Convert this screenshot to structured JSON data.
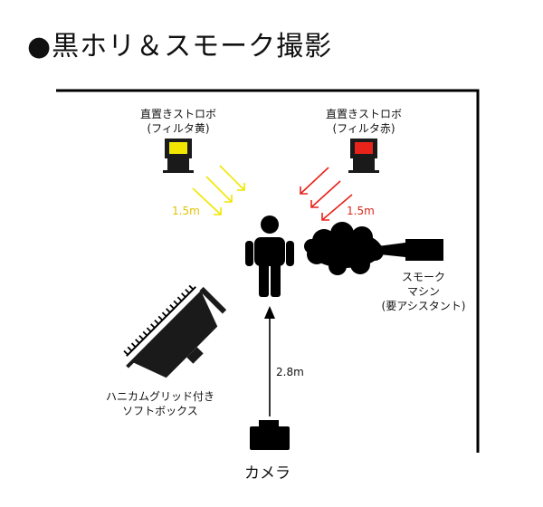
{
  "title": "●黒ホリ＆スモーク撮影",
  "strobe_yellow": {
    "line1": "直置きストロボ",
    "line2": "(フィルタ黄)"
  },
  "strobe_red": {
    "line1": "直置きストロボ",
    "line2": "(フィルタ赤)"
  },
  "distance_yellow": "1.5m",
  "distance_red": "1.5m",
  "smoke_machine": {
    "line1": "スモーク",
    "line2": "マシン",
    "line3": "(要アシスタント)"
  },
  "softbox": {
    "line1": "ハニカムグリッド付き",
    "line2": "ソフトボックス"
  },
  "distance_camera": "2.8m",
  "camera_label": "カメラ",
  "colors": {
    "yellow": "#f2e600",
    "red": "#e8231b",
    "text_yellow": "#e0c200",
    "text_red": "#d9261c"
  }
}
